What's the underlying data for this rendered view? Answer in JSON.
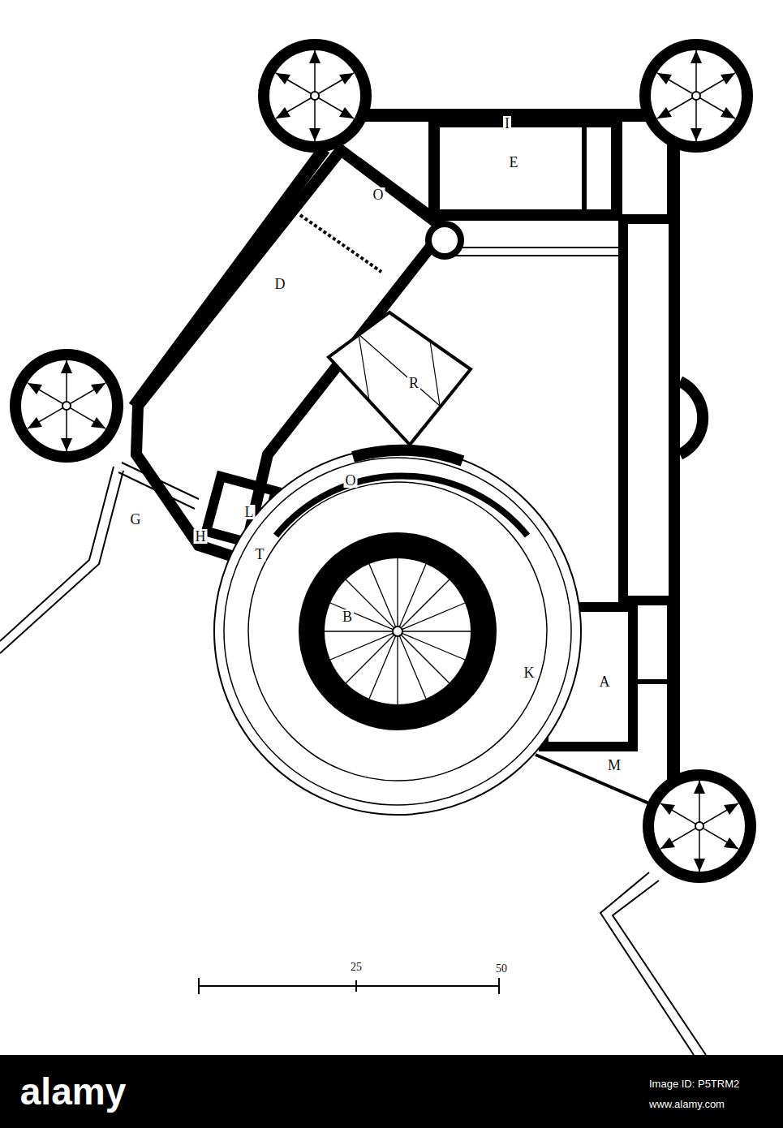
{
  "diagram": {
    "labels": [
      "I",
      "E",
      "O",
      "D",
      "R",
      "G",
      "L",
      "H",
      "T",
      "O",
      "B",
      "K",
      "A",
      "M",
      "25",
      "50",
      "alamy",
      "Image ID: P5TRM2",
      "www.alamy.com"
    ]
  }
}
